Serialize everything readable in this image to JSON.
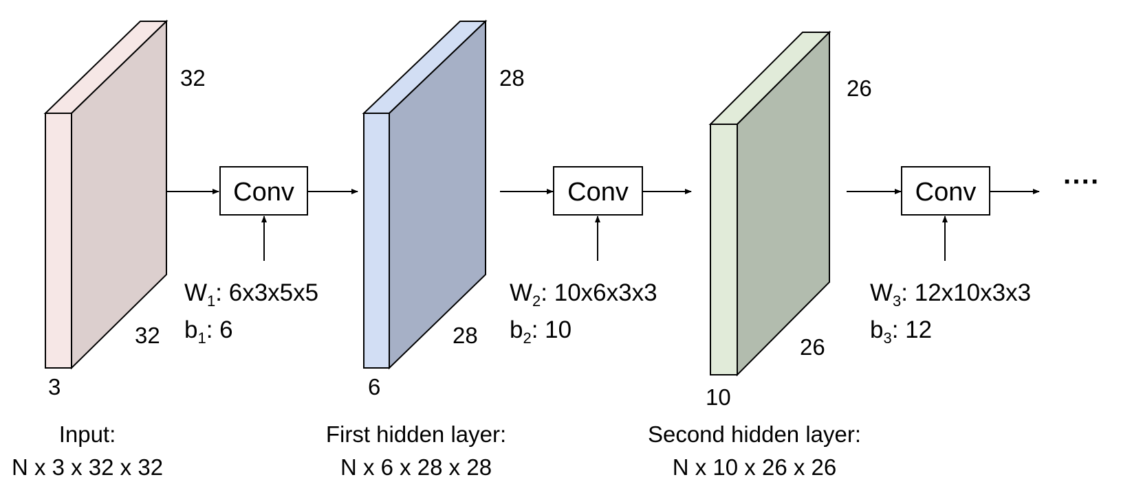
{
  "layers": [
    {
      "name": "input",
      "width_label": "32",
      "height_label": "32",
      "depth_label": "3",
      "caption_line1": "Input:",
      "caption_line2": "N x 3 x 32 x 32",
      "front_color": "#f6e7e6",
      "side_color": "#dccfce"
    },
    {
      "name": "first-hidden",
      "width_label": "28",
      "height_label": "28",
      "depth_label": "6",
      "caption_line1": "First hidden layer:",
      "caption_line2": "N x 6 x 28 x 28",
      "front_color": "#d2def4",
      "side_color": "#a6b0c6"
    },
    {
      "name": "second-hidden",
      "width_label": "26",
      "height_label": "26",
      "depth_label": "10",
      "caption_line1": "Second hidden layer:",
      "caption_line2": "N x 10 x 26 x 26",
      "front_color": "#e1ebd9",
      "side_color": "#b2bcae"
    }
  ],
  "convs": [
    {
      "label": "Conv",
      "w_letter": "W",
      "w_sub": "1",
      "w_value": ": 6x3x5x5",
      "b_letter": "b",
      "b_sub": "1",
      "b_value": ": 6",
      "color": "#0000ff"
    },
    {
      "label": "Conv",
      "w_letter": "W",
      "w_sub": "2",
      "w_value": ": 10x6x3x3",
      "b_letter": "b",
      "b_sub": "2",
      "b_value": ": 10",
      "color": "#70ad47"
    },
    {
      "label": "Conv",
      "w_letter": "W",
      "w_sub": "3",
      "w_value": ": 12x10x3x3",
      "b_letter": "b",
      "b_sub": "3",
      "b_value": ": 12",
      "color": "#7030a0"
    }
  ],
  "ellipsis": "····"
}
